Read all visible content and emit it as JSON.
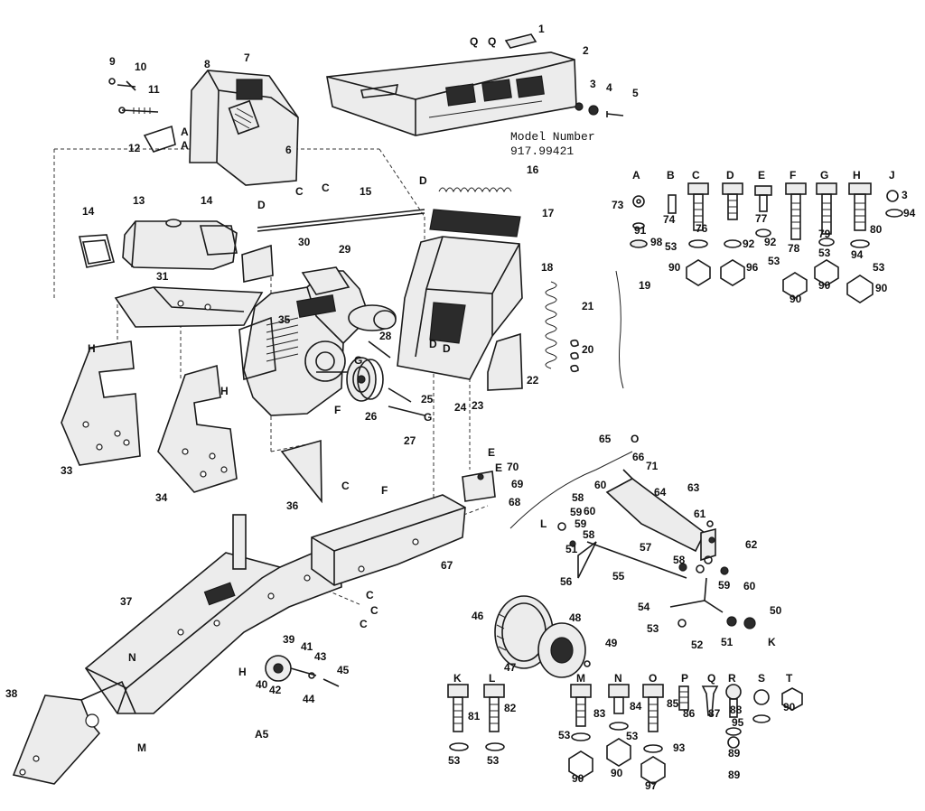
{
  "model": {
    "label": "Model Number",
    "number": "917.99421"
  },
  "page_code": "A5",
  "hardware_top_headers": [
    "A",
    "B",
    "C",
    "D",
    "E",
    "F",
    "G",
    "H",
    "J"
  ],
  "hardware_bottom_headers": [
    "K",
    "L",
    "M",
    "N",
    "O",
    "P",
    "Q",
    "R",
    "S",
    "T"
  ],
  "part_callouts": [
    "1",
    "2",
    "3",
    "4",
    "5",
    "6",
    "7",
    "8",
    "9",
    "10",
    "11",
    "12",
    "13",
    "14",
    "14",
    "15",
    "16",
    "17",
    "18",
    "19",
    "20",
    "21",
    "22",
    "23",
    "24",
    "25",
    "26",
    "27",
    "28",
    "29",
    "30",
    "31",
    "33",
    "34",
    "35",
    "36",
    "37",
    "38",
    "39",
    "40",
    "41",
    "42",
    "43",
    "44",
    "45",
    "46",
    "47",
    "48",
    "49",
    "50",
    "51",
    "51",
    "52",
    "53",
    "54",
    "55",
    "56",
    "57",
    "58",
    "58",
    "58",
    "59",
    "59",
    "59",
    "60",
    "60",
    "60",
    "61",
    "62",
    "63",
    "64",
    "65",
    "66",
    "67",
    "68",
    "69",
    "70",
    "71"
  ],
  "hardware_callouts": [
    "73",
    "91",
    "98",
    "74",
    "53",
    "90",
    "76",
    "92",
    "96",
    "77",
    "92",
    "78",
    "53",
    "90",
    "79",
    "53",
    "90",
    "80",
    "94",
    "53",
    "90",
    "3",
    "94",
    "81",
    "53",
    "82",
    "53",
    "83",
    "53",
    "90",
    "84",
    "53",
    "90",
    "85",
    "93",
    "97",
    "86",
    "87",
    "88",
    "89",
    "89",
    "95",
    "90"
  ],
  "reference_letters": [
    "Q",
    "Q",
    "C",
    "C",
    "D",
    "D",
    "A",
    "A",
    "H",
    "H",
    "G",
    "G",
    "F",
    "C",
    "D",
    "D",
    "F",
    "E",
    "E",
    "C",
    "C",
    "C",
    "H",
    "N",
    "M",
    "K",
    "L",
    "O"
  ]
}
